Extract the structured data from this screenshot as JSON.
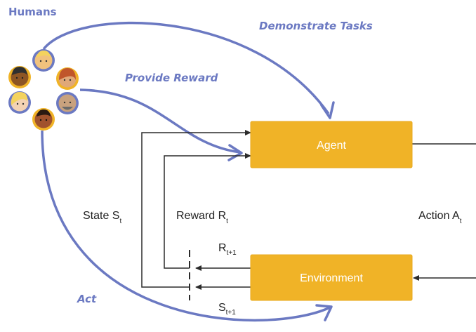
{
  "labels": {
    "humans": "Humans",
    "demonstrate_tasks": "Demonstrate Tasks",
    "provide_reward": "Provide Reward",
    "act": "Act",
    "agent": "Agent",
    "environment": "Environment",
    "state": "State S",
    "state_sub": "t",
    "reward": "Reward R",
    "reward_sub": "t",
    "action": "Action A",
    "action_sub": "t",
    "next_reward": "R",
    "next_reward_sub": "t+1",
    "next_state": "S",
    "next_state_sub": "t+1"
  },
  "colors": {
    "accent_blue": "#6b79c2",
    "box_orange": "#f0b327",
    "box_border": "#e8a91c",
    "line": "#2b2b2b"
  },
  "icons": [
    "person-avatar-icon",
    "person-avatar-icon",
    "person-avatar-icon",
    "person-avatar-icon",
    "person-avatar-icon",
    "person-avatar-icon"
  ]
}
